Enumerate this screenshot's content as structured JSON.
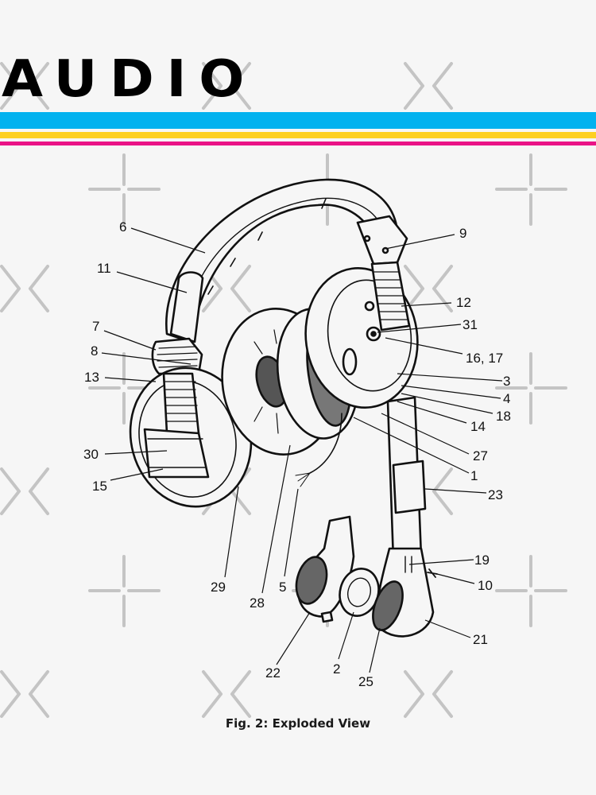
{
  "header": {
    "title": "AUDIO",
    "stripes": [
      {
        "name": "cyan",
        "color": "#02b2ef"
      },
      {
        "name": "yellow",
        "color": "#fdd023"
      },
      {
        "name": "magenta",
        "color": "#ea1386"
      }
    ]
  },
  "diagram": {
    "subject": "headphones exploded view",
    "labels": {
      "l6": "6",
      "l11": "11",
      "l7": "7",
      "l8": "8",
      "l13": "13",
      "l30": "30",
      "l15": "15",
      "l29": "29",
      "l28": "28",
      "l5": "5",
      "l22": "22",
      "l2": "2",
      "l25": "25",
      "l9": "9",
      "l12": "12",
      "l31": "31",
      "l16_17": "16, 17",
      "l3": "3",
      "l4": "4",
      "l18": "18",
      "l14": "14",
      "l27": "27",
      "l1": "1",
      "l23": "23",
      "l19": "19",
      "l10": "10",
      "l21": "21"
    }
  },
  "caption": "Fig. 2: Exploded View"
}
